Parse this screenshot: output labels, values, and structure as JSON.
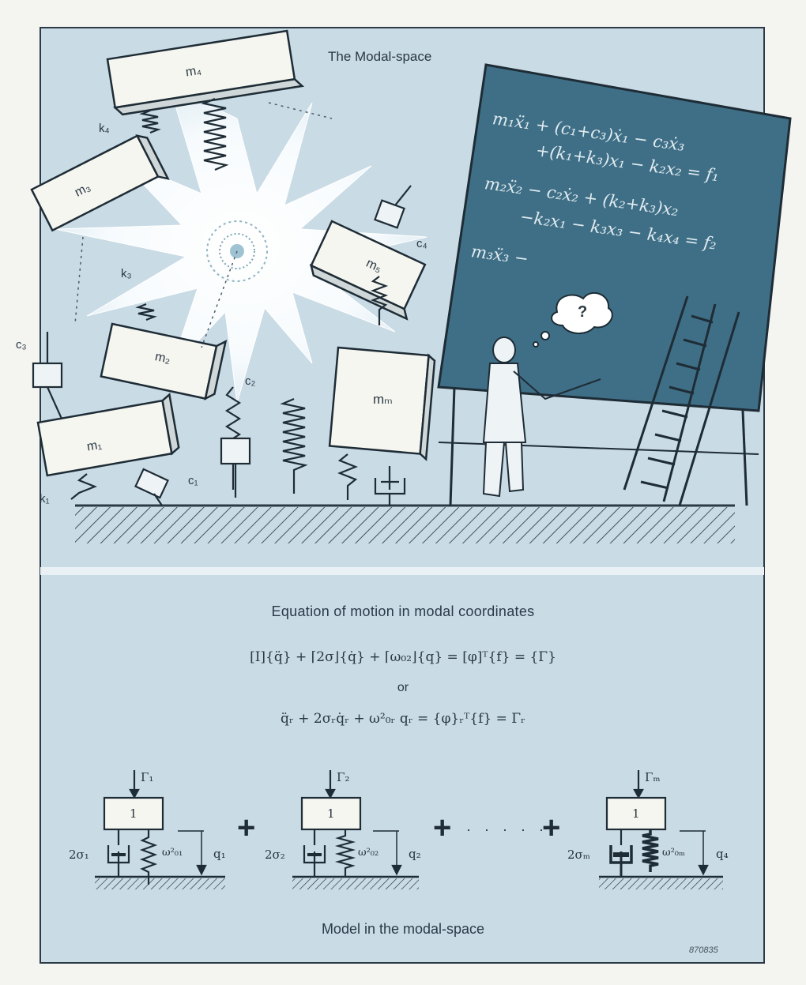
{
  "illustration": {
    "title": "The Modal-space",
    "masses": [
      "m₄",
      "m₃",
      "m₅",
      "m₂",
      "m₁",
      "mₘ"
    ],
    "springs": [
      "k₄",
      "k₃",
      "k₁"
    ],
    "dampers": [
      "c₄",
      "c₃",
      "c₂",
      "c₁"
    ],
    "board_lines": [
      "m₁ẍ₁ + (c₁+c₃)ẋ₁ − c₃ẋ₃",
      "+(k₁+k₃)x₁ − k₂x₂ = f₁",
      "m₂ẍ₂ − c₂ẋ₂ + (k₂+k₃)x₂",
      "−k₂x₁ − k₃x₃ − k₄x₄ = f₂",
      "m₃ẍ₃ −"
    ],
    "thought_bubble": "?"
  },
  "equations": {
    "heading": "Equation of motion in modal coordinates",
    "matrix_form": "[I]{q̈} + ⌈2σ⌋{q̇} + ⌈ω₀₂⌋{q} = [φ]ᵀ{f} = {Γ}",
    "or": "or",
    "scalar_form": "q̈ᵣ + 2σᵣq̇ᵣ + ω²₀ᵣ qᵣ = {φ}ᵣᵀ{f} = Γᵣ"
  },
  "model": {
    "units": [
      {
        "force": "Γ₁",
        "mass": "1",
        "damping": "2σ₁",
        "stiffness": "ω²₀₁",
        "coord": "q₁"
      },
      {
        "force": "Γ₂",
        "mass": "1",
        "damping": "2σ₂",
        "stiffness": "ω²₀₂",
        "coord": "q₂"
      },
      {
        "force": "Γₘ",
        "mass": "1",
        "damping": "2σₘ",
        "stiffness": "ω²₀ₘ",
        "coord": "q₄"
      }
    ],
    "plus": "+",
    "dots": "· · · · ·",
    "caption": "Model in the modal-space"
  },
  "figure_code": "870835",
  "colors": {
    "background": "#c9dbe5",
    "board": "#3f6f86",
    "outline": "#2c3a46"
  }
}
